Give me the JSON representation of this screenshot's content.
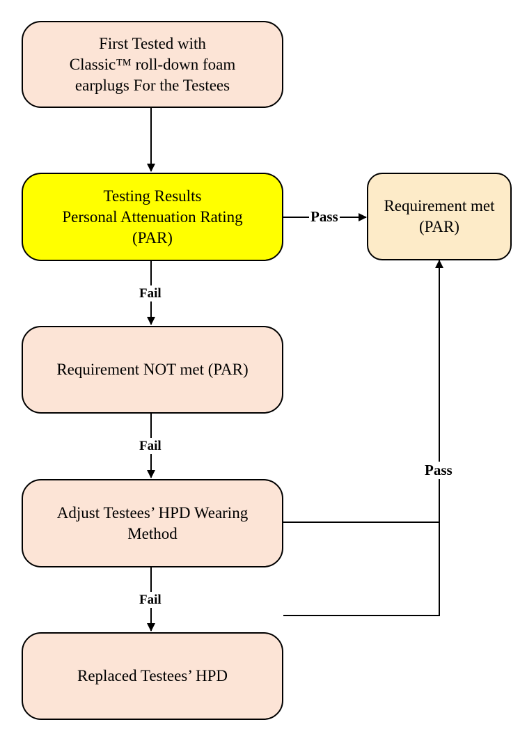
{
  "colors": {
    "node_fill": "#fce4d6",
    "highlight_fill": "#ffff00",
    "result_fill": "#fdebc8",
    "line": "#000000"
  },
  "nodes": {
    "first_tested": "First Tested with\nClassic™ roll-down foam\nearplugs For the Testees",
    "testing_results": "Testing Results\nPersonal Attenuation Rating\n(PAR)",
    "requirement_met": "Requirement met\n(PAR)",
    "requirement_not_met": "Requirement NOT met (PAR)",
    "adjust_wearing": "Adjust Testees’ HPD Wearing\nMethod",
    "replaced_hpd": "Replaced Testees’ HPD"
  },
  "edges": {
    "pass_top": "Pass",
    "fail_1": "Fail",
    "fail_2": "Fail",
    "fail_3": "Fail",
    "pass_right": "Pass"
  }
}
